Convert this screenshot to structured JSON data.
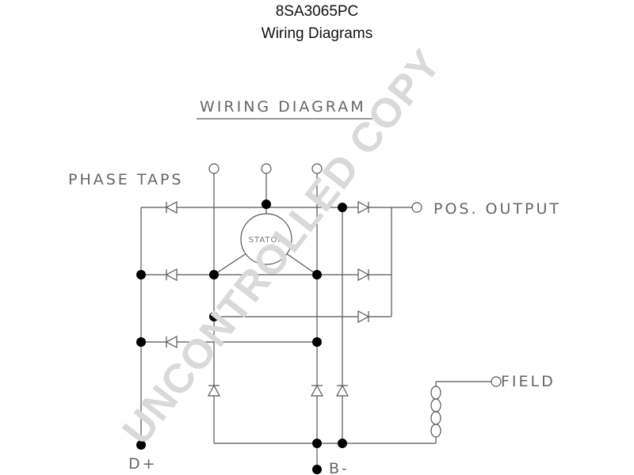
{
  "header": {
    "part_number": "8SA3065PC",
    "subtitle": "Wiring Diagrams"
  },
  "diagram": {
    "heading": "WIRING DIAGRAM",
    "labels": {
      "phase_taps": "PHASE TAPS",
      "pos_output": "POS. OUTPUT",
      "stator": "STATOR",
      "field": "FIELD",
      "d_plus": "D+",
      "b_minus": "B-"
    },
    "line_color": "#555555"
  },
  "watermark": {
    "text": "UNCONTROLLED COPY",
    "color": "#d9d9d9"
  }
}
